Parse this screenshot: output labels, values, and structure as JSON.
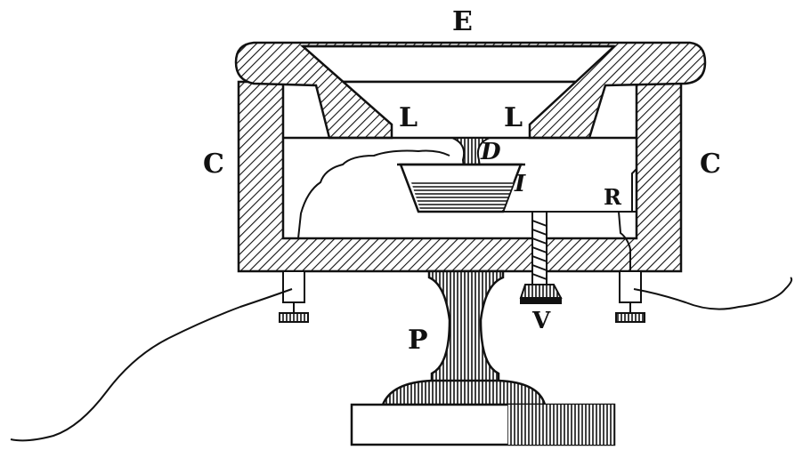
{
  "labels": {
    "E": "E",
    "L_left": "L",
    "L_right": "L",
    "C_left": "C",
    "C_right": "C",
    "D": "D",
    "I": "I",
    "R": "R",
    "V": "V",
    "P": "P"
  },
  "colors": {
    "ink": "#111111",
    "paper": "#ffffff"
  }
}
